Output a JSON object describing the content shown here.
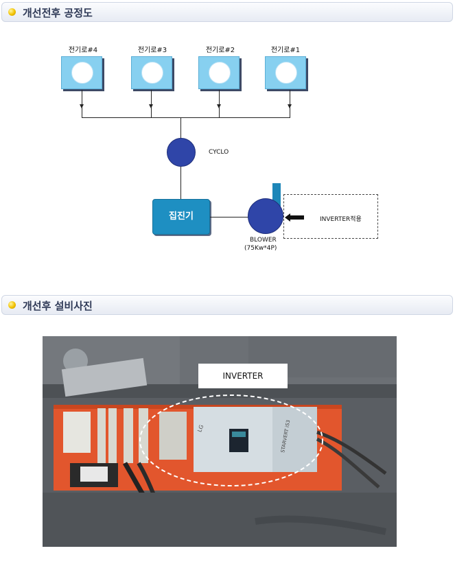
{
  "section1": {
    "title": "개선전후 공정도"
  },
  "section2": {
    "title": "개선후 설비사진"
  },
  "diagram": {
    "furnaces": [
      {
        "label": "전기로#4"
      },
      {
        "label": "전기로#3"
      },
      {
        "label": "전기로#2"
      },
      {
        "label": "전기로#1"
      }
    ],
    "cyclo_label": "CYCLO",
    "collector_label": "집진기",
    "blower_label": "BLOWER",
    "blower_spec": "(75Kw*4P)",
    "inverter_label": "INVERTER적용"
  },
  "photo": {
    "callout": "INVERTER",
    "device_brand": "LG",
    "device_name": "STARVERT iS3"
  },
  "colors": {
    "furnace_fill": "#87d0f0",
    "node_fill": "#2f45a8",
    "collector_fill": "#1e8fc2",
    "panel_orange": "#e2562d"
  }
}
